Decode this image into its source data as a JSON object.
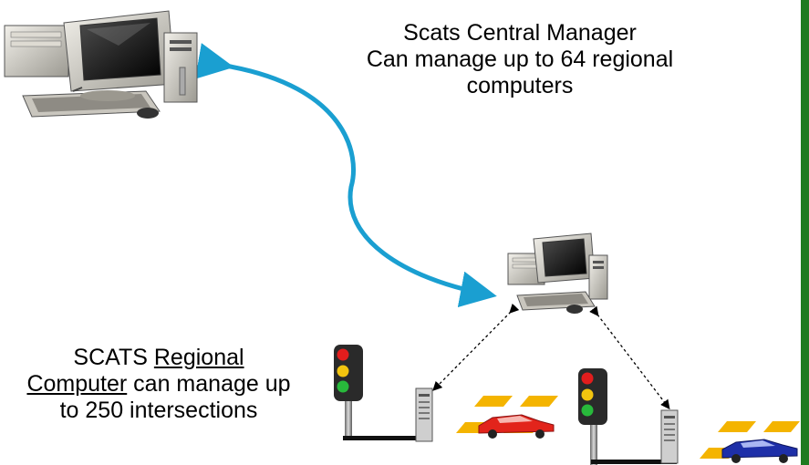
{
  "central_manager": {
    "line1": "Scats Central Manager",
    "line2": "Can manage up to 64 regional",
    "line3": "computers"
  },
  "regional_computer": {
    "prefix": "SCATS ",
    "underlined_1": "Regional",
    "underlined_2": "Computer",
    "suffix_1": " can manage up",
    "line3": "to 250 intersections"
  },
  "colors": {
    "link_arrow": "#1a9fd1",
    "dashed_link": "#000000",
    "right_bar": "#1f7a1f",
    "red_car": "#e2241b",
    "blue_car": "#1e2fa8",
    "loop_detector": "#f4b400"
  },
  "icons": [
    "desktop-computer-icon",
    "traffic-light-icon",
    "controller-cabinet-icon",
    "car-icon",
    "loop-detector-icon"
  ]
}
